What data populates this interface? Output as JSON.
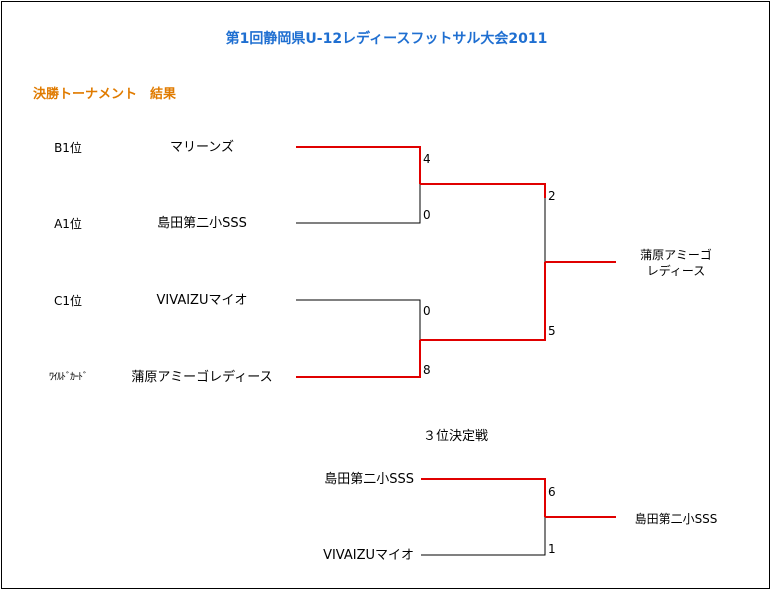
{
  "title": "第1回静岡県U-12レディースフットサル大会2011",
  "subtitle": "決勝トーナメント　結果",
  "colors": {
    "title": "#1f6fd1",
    "subtitle": "#e07b00",
    "winner_line": "#e00000",
    "loser_line": "#000000"
  },
  "final_tournament": {
    "entries": [
      {
        "seed": "B1位",
        "team": "マリーンズ"
      },
      {
        "seed": "A1位",
        "team": "島田第二小SSS"
      },
      {
        "seed": "C1位",
        "team": "VIVAIZUマイオ"
      },
      {
        "seed": "ﾜｲﾙﾄﾞｶｰﾄﾞ",
        "team": "蒲原アミーゴレディース"
      }
    ],
    "semifinal_1": {
      "score_top": "4",
      "score_bottom": "0"
    },
    "semifinal_2": {
      "score_top": "0",
      "score_bottom": "8"
    },
    "final": {
      "score_top": "2",
      "score_bottom": "5"
    },
    "champion_line1": "蒲原アミーゴ",
    "champion_line2": "レディース"
  },
  "third_place": {
    "heading": "３位決定戦",
    "team_top": "島田第二小SSS",
    "team_bottom": "VIVAIZUマイオ",
    "score_top": "6",
    "score_bottom": "1",
    "winner": "島田第二小SSS"
  }
}
